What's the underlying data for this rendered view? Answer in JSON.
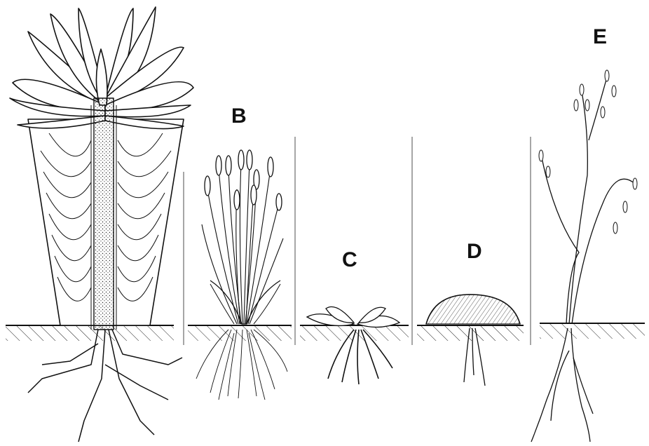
{
  "figure": {
    "panels": [
      {
        "id": "A",
        "label": ""
      },
      {
        "id": "B",
        "label": "B"
      },
      {
        "id": "C",
        "label": "C"
      },
      {
        "id": "D",
        "label": "D"
      },
      {
        "id": "E",
        "label": "E"
      }
    ],
    "colors": {
      "ink": "#111111",
      "background": "#ffffff"
    }
  }
}
